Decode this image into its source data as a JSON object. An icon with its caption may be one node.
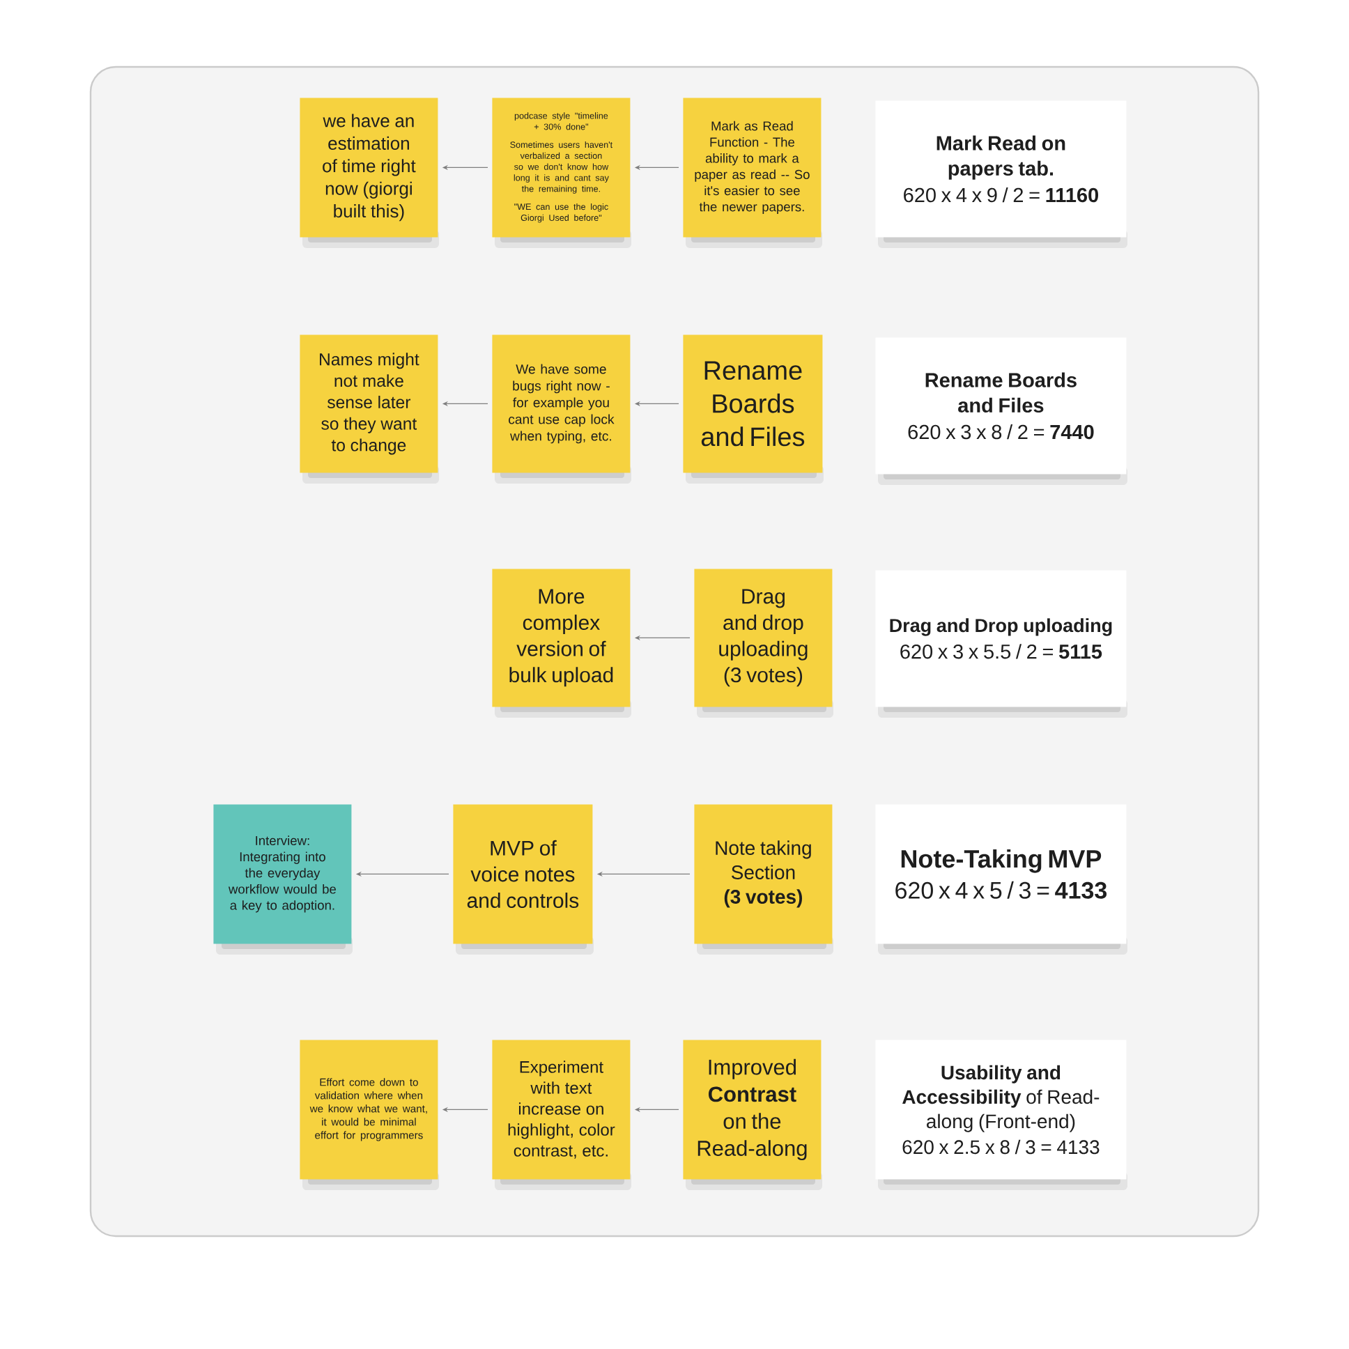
{
  "diagram": {
    "nodes": [
      {
        "text": [
          "we have an estimation of time right now (giorgi built this)"
        ]
      },
      {
        "text": [
          "podcase style \"timeline + 30% done\"",
          "Sometimes users haven't verbalized a section so we don't know how long it is and cant say the remaining time.",
          "\"WE can use the logic Giorgi Used before\""
        ]
      },
      {
        "text": [
          "Mark as Read Function - The ability to mark a paper as read -- So it's easier to see the newer papers."
        ]
      },
      {
        "text": [
          "Mark Read on papers tab.",
          "620 x 4 x 9 / 2 = **11160**"
        ]
      },
      {
        "text": [
          "Names might not make sense later so they want to change"
        ]
      },
      {
        "text": [
          "We have some bugs right now - for example you cant use cap lock when typing, etc."
        ]
      },
      {
        "text": [
          "Rename Boards and Files"
        ]
      },
      {
        "text": [
          "Rename Boards and Files",
          "620 x 3 x 8 / 2 = **7440**"
        ]
      },
      {
        "text": [
          "More complex version of bulk upload"
        ]
      },
      {
        "text": [
          "Drag and drop uploading (3 votes)"
        ]
      },
      {
        "text": [
          "Drag and Drop uploading",
          "620 x 3 x 5.5 / 2 = **5115**"
        ]
      },
      {
        "text": [
          "Interview: Integrating into the everyday workflow would be a key to adoption."
        ]
      },
      {
        "text": [
          "MVP of voice notes and controls"
        ]
      },
      {
        "text": [
          "Note taking Section **(3 votes)**"
        ]
      },
      {
        "text": [
          "Note-Taking MVP",
          "620 x 4 x 5 / 3 = **4133**"
        ]
      },
      {
        "text": [
          "Effort come down to validation where when we know what we want, it would be minimal effort for programmers"
        ]
      },
      {
        "text": [
          "Experiment with text increase on highlight, color contrast, etc."
        ]
      },
      {
        "text": [
          "Improved **Contrast** on the Read-along"
        ]
      },
      {
        "text": [
          "**Usability and Accessibility** of Read-along (Front-end)",
          "620 x 2.5 x 8 / 3 = 4133"
        ]
      }
    ],
    "edges": [
      {
        "from": 2,
        "to": 1,
        "arrow": "to"
      },
      {
        "from": 1,
        "to": 0,
        "arrow": "to"
      },
      {
        "from": 6,
        "to": 5,
        "arrow": "to"
      },
      {
        "from": 5,
        "to": 4,
        "arrow": "to"
      },
      {
        "from": 9,
        "to": 8,
        "arrow": "to"
      },
      {
        "from": 13,
        "to": 12,
        "arrow": "to"
      },
      {
        "from": 12,
        "to": 11,
        "arrow": "to"
      },
      {
        "from": 17,
        "to": 16,
        "arrow": "to"
      },
      {
        "from": 16,
        "to": 15,
        "arrow": "to"
      }
    ]
  }
}
